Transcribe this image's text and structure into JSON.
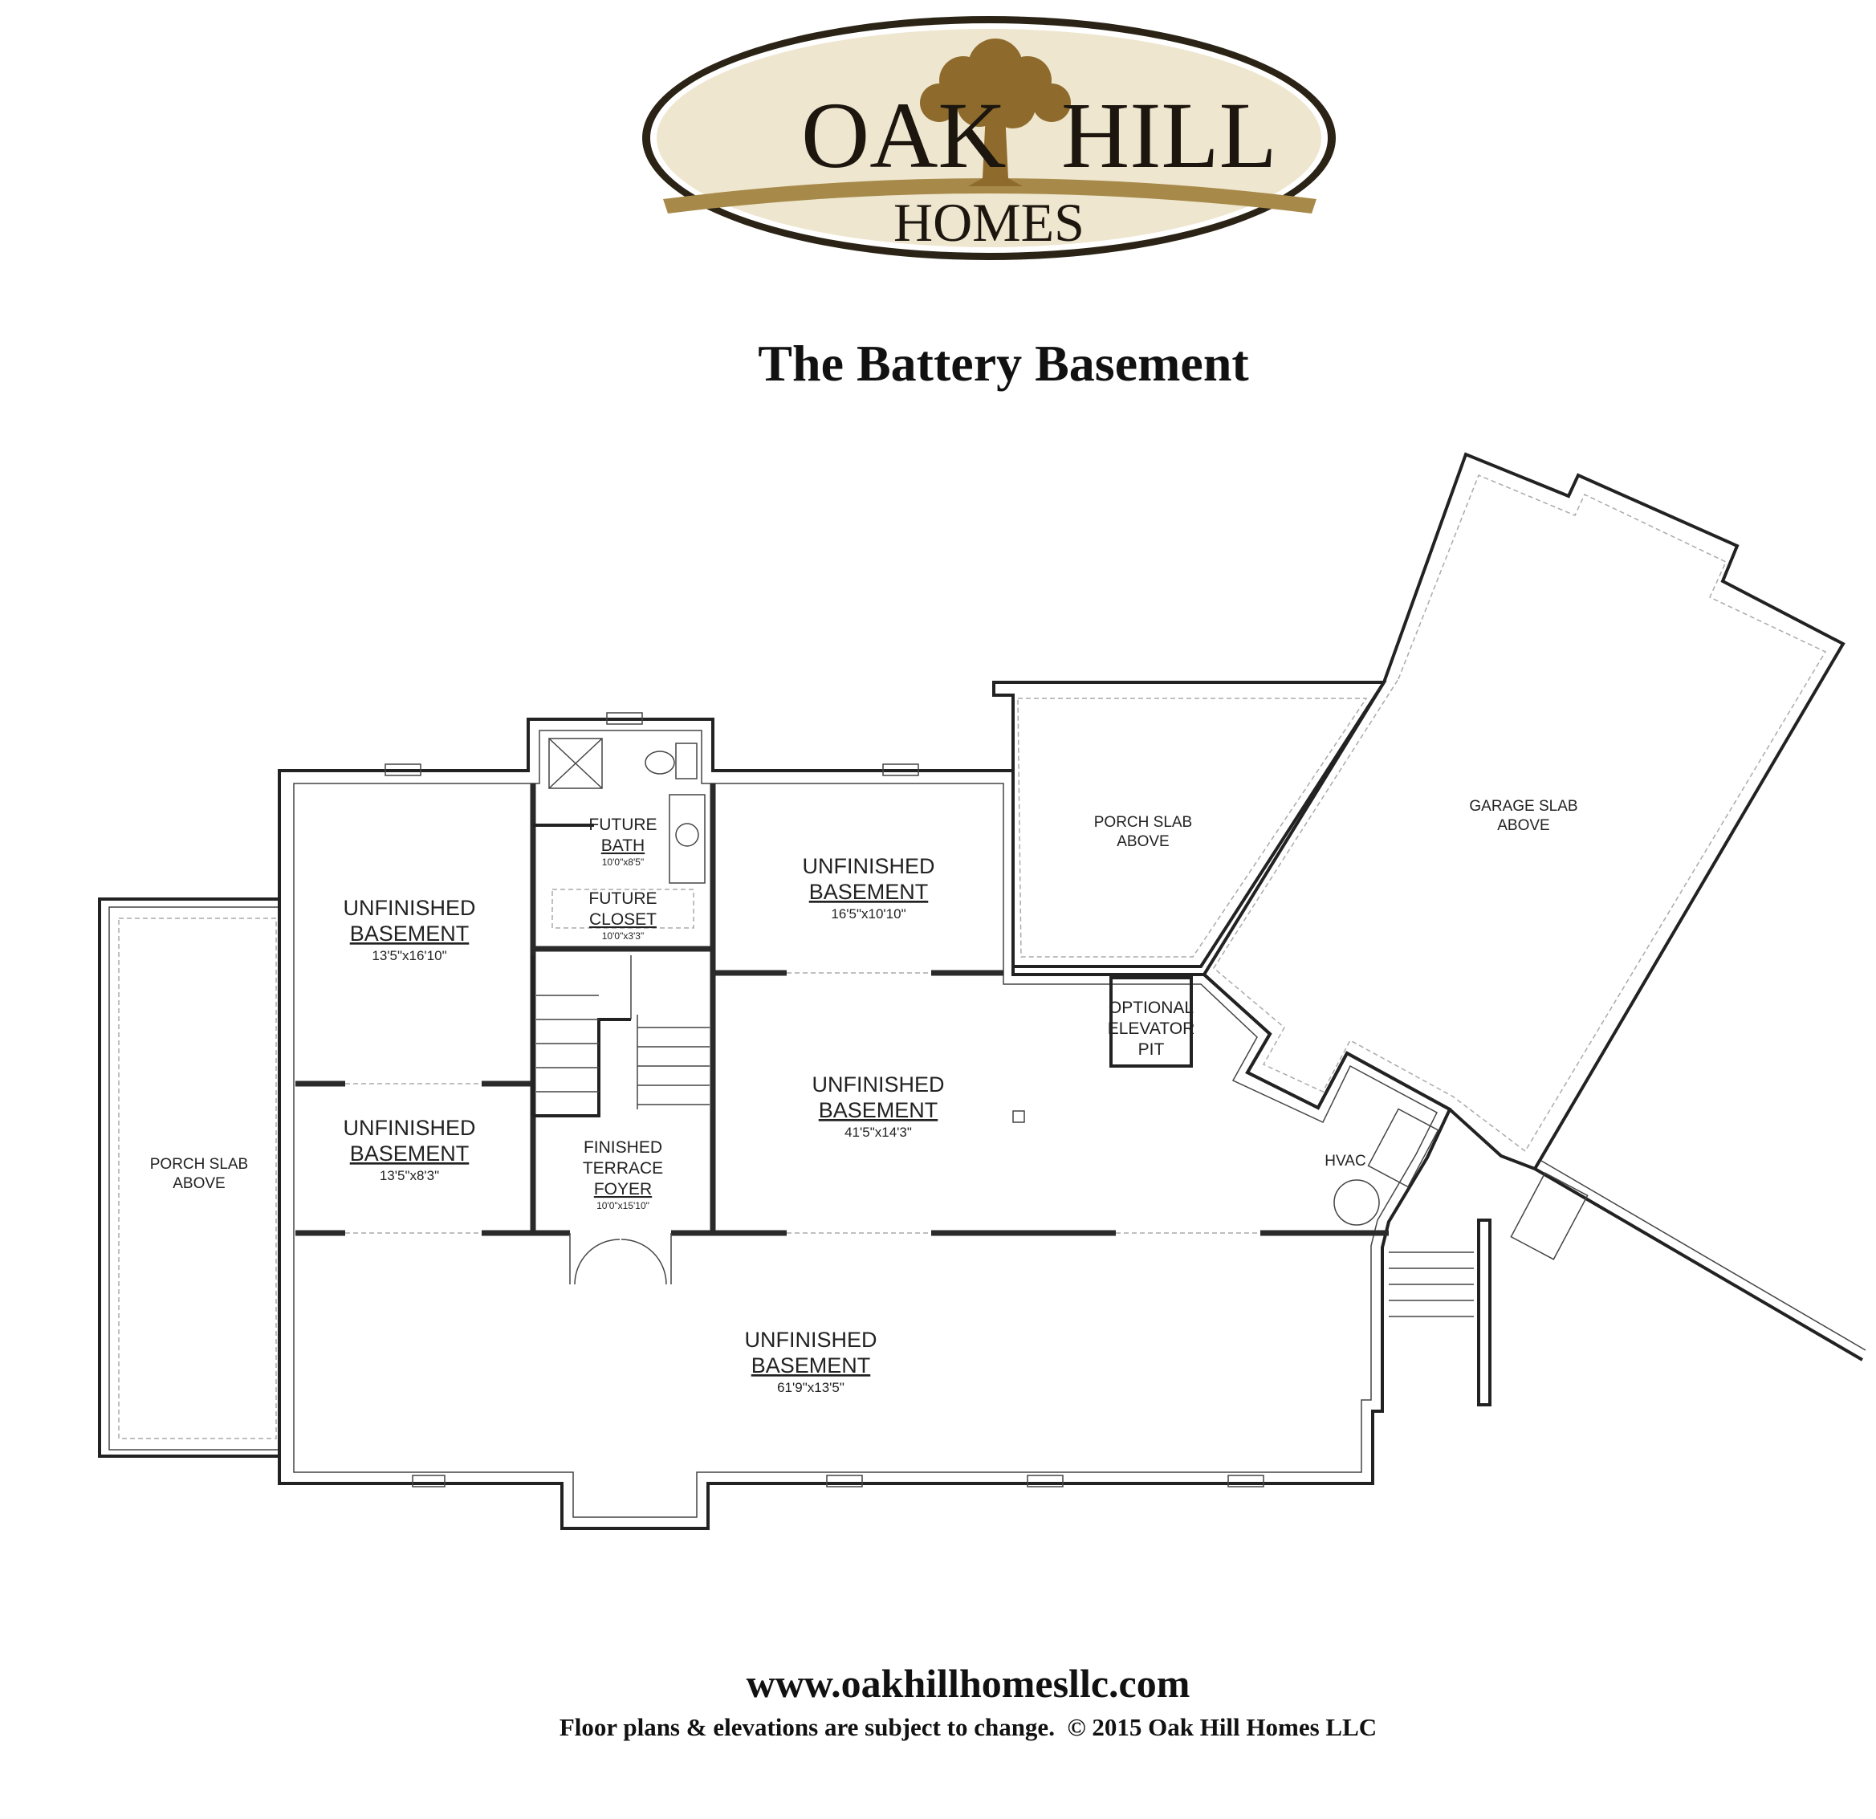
{
  "logo": {
    "word_left": "OAK",
    "word_right": "HILL",
    "word_bottom": "HOMES",
    "colors": {
      "oval": "#efe6cf",
      "band": "#a78a4a",
      "tree": "#8e6b2c",
      "text": "#1c160f"
    },
    "icon": "oak-tree-icon"
  },
  "title": "The Battery Basement",
  "rooms": [
    {
      "id": "bsmt-nw",
      "name": "UNFINISHED",
      "name2": "BASEMENT",
      "dim": "13'5\"x16'10\""
    },
    {
      "id": "bsmt-w",
      "name": "UNFINISHED",
      "name2": "BASEMENT",
      "dim": "13'5\"x8'3\""
    },
    {
      "id": "bath",
      "name": "FUTURE",
      "name2": "BATH",
      "dim": "10'0\"x8'5\""
    },
    {
      "id": "closet",
      "name": "FUTURE",
      "name2": "CLOSET",
      "dim": "10'0\"x3'3\""
    },
    {
      "id": "foyer",
      "name": "FINISHED",
      "name_mid": "TERRACE",
      "name2": "FOYER",
      "dim": "10'0\"x15'10\""
    },
    {
      "id": "bsmt-n",
      "name": "UNFINISHED",
      "name2": "BASEMENT",
      "dim": "16'5\"x10'10\""
    },
    {
      "id": "bsmt-c",
      "name": "UNFINISHED",
      "name2": "BASEMENT",
      "dim": "41'5\"x14'3\""
    },
    {
      "id": "bsmt-s",
      "name": "UNFINISHED",
      "name2": "BASEMENT",
      "dim": "61'9\"x13'5\""
    }
  ],
  "labels": {
    "porch_left_1": "PORCH SLAB",
    "porch_left_2": "ABOVE",
    "porch_top_1": "PORCH SLAB",
    "porch_top_2": "ABOVE",
    "garage_1": "GARAGE SLAB",
    "garage_2": "ABOVE",
    "elevator_1": "OPTIONAL",
    "elevator_2": "ELEVATOR",
    "elevator_3": "PIT",
    "hvac": "HVAC"
  },
  "footer": {
    "website": "www.oakhillhomesllc.com",
    "disclaimer": "Floor plans & elevations are subject to change.  © 2015 Oak Hill Homes LLC"
  }
}
